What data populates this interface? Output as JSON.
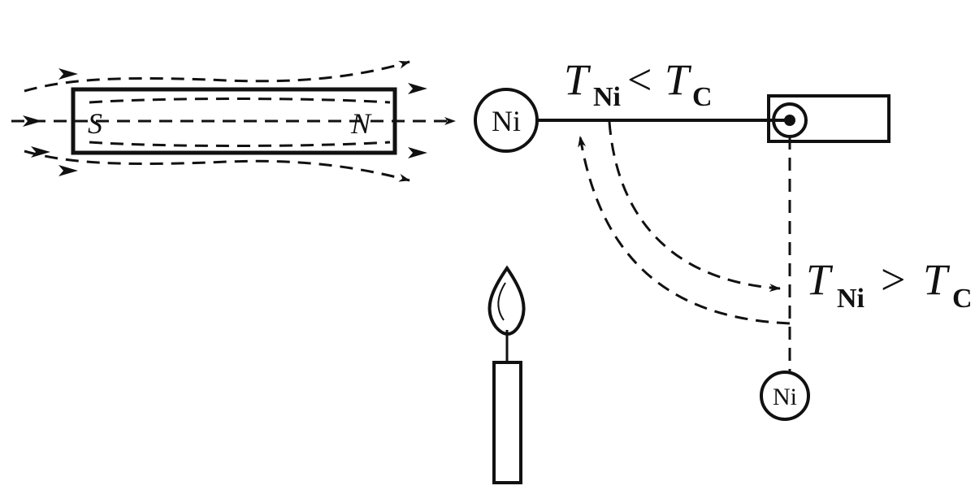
{
  "colors": {
    "ink": "#111111",
    "background": "#ffffff"
  },
  "magnet": {
    "south_label": "S",
    "north_label": "N"
  },
  "nickel": {
    "label": "Ni"
  },
  "condition_cold": {
    "symbol": "T",
    "subscript_left": "Ni",
    "relation": "<",
    "symbol_right": "T",
    "subscript_right": "C"
  },
  "condition_hot": {
    "symbol": "T",
    "subscript_left": "Ni",
    "relation": ">",
    "symbol_right": "T",
    "subscript_right": "C"
  },
  "icons": [
    "bar-magnet",
    "field-line-arrows",
    "nickel-ball",
    "pivot",
    "candle-flame"
  ]
}
